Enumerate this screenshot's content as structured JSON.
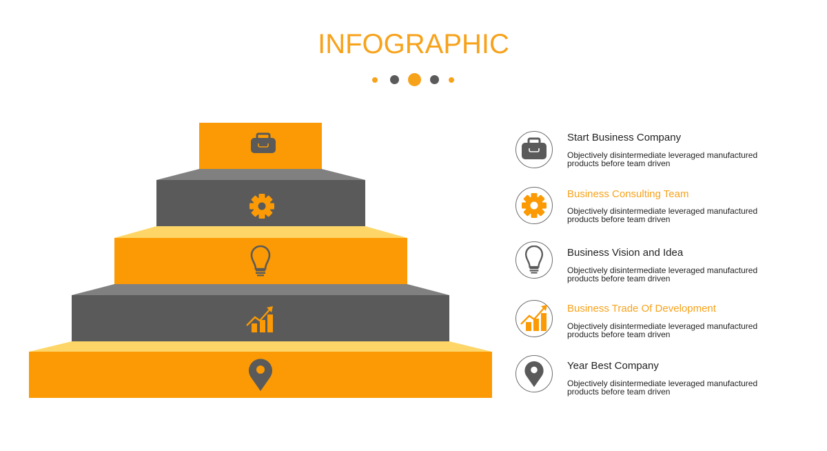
{
  "header": {
    "title": "INFOGRAPHIC",
    "dots": [
      {
        "size": 8,
        "color": "#f7a21b"
      },
      {
        "size": 13,
        "color": "#5a5a5a"
      },
      {
        "size": 19,
        "color": "#f7a21b"
      },
      {
        "size": 13,
        "color": "#5a5a5a"
      },
      {
        "size": 8,
        "color": "#f7a21b"
      }
    ]
  },
  "colors": {
    "accent": "#f7a21b",
    "orange_face": "#fb9a04",
    "yellow_top": "#fed668",
    "gray_face": "#5a5a5a",
    "gray_top": "#808080",
    "text_dark": "#222222",
    "circle_border": "#6b6b6b"
  },
  "pyramid": {
    "steps": [
      {
        "level": 1,
        "icon": "briefcase-icon",
        "face_color": "#fb9a04",
        "icon_color": "#5a5a5a"
      },
      {
        "level": 2,
        "icon": "gear-icon",
        "face_color": "#5a5a5a",
        "icon_color": "#fb9a04"
      },
      {
        "level": 3,
        "icon": "lightbulb-icon",
        "face_color": "#fb9a04",
        "icon_color": "#5a5a5a"
      },
      {
        "level": 4,
        "icon": "growth-chart-icon",
        "face_color": "#5a5a5a",
        "icon_color": "#fb9a04"
      },
      {
        "level": 5,
        "icon": "location-pin-icon",
        "face_color": "#fb9a04",
        "icon_color": "#5a5a5a"
      }
    ]
  },
  "list": {
    "items": [
      {
        "icon": "briefcase-icon",
        "title": "Start Business Company",
        "title_color": "#222222",
        "description": "Objectively disintermediate leveraged manufactured products before team driven"
      },
      {
        "icon": "gear-icon",
        "title": "Business Consulting Team",
        "title_color": "#f7a21b",
        "description": "Objectively disintermediate leveraged manufactured products before team driven"
      },
      {
        "icon": "lightbulb-icon",
        "title": "Business Vision and Idea",
        "title_color": "#222222",
        "description": "Objectively disintermediate leveraged manufactured products before team driven"
      },
      {
        "icon": "growth-chart-icon",
        "title": "Business Trade Of Development",
        "title_color": "#f7a21b",
        "description": "Objectively disintermediate leveraged manufactured products before team driven"
      },
      {
        "icon": "location-pin-icon",
        "title": "Year Best Company",
        "title_color": "#222222",
        "description": "Objectively disintermediate leveraged manufactured products before team driven"
      }
    ]
  }
}
